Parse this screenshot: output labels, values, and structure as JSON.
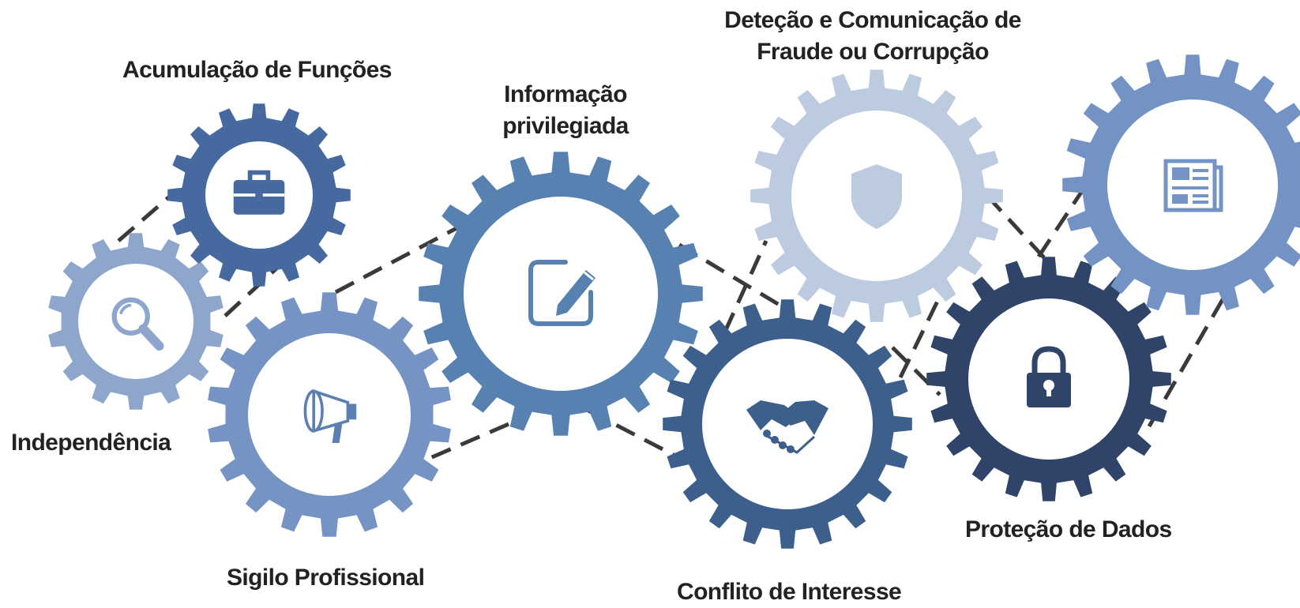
{
  "colors": {
    "background": "#ffffff",
    "connector": "#3a3a3a",
    "gear_inner": "#ffffff",
    "label_text": "#222222"
  },
  "gears": [
    {
      "id": "independencia",
      "icon": "magnifier-icon",
      "color": "#8ea6cc",
      "icon_color": "#8ea6cc",
      "label_lines": [
        "Independência"
      ]
    },
    {
      "id": "acumulacao",
      "icon": "briefcase-icon",
      "color": "#46699f",
      "icon_color": "#46699f",
      "label_lines": [
        "Acumulação de Funções"
      ]
    },
    {
      "id": "sigilo",
      "icon": "megaphone-icon",
      "color": "#7593c3",
      "icon_color": "#5a7fb0",
      "label_lines": [
        "Sigilo Profissional"
      ]
    },
    {
      "id": "informacao",
      "icon": "edit-icon",
      "color": "#5781b0",
      "icon_color": "#5781b0",
      "label_lines": [
        "Informação",
        "privilegiada"
      ]
    },
    {
      "id": "conflito",
      "icon": "handshake-icon",
      "color": "#3d5f8c",
      "icon_color": "#3d5f8c",
      "label_lines": [
        "Conflito de Interesse"
      ]
    },
    {
      "id": "detecao",
      "icon": "shield-icon",
      "color": "#bccbe0",
      "icon_color": "#bccbe0",
      "label_lines": [
        "Deteção e Comunicação de",
        "Fraude ou Corrupção"
      ]
    },
    {
      "id": "protecao",
      "icon": "padlock-icon",
      "color": "#2f4468",
      "icon_color": "#2f4468",
      "label_lines": [
        "Proteção de Dados"
      ]
    },
    {
      "id": "documento",
      "icon": "newspaper-icon",
      "color": "#7293c3",
      "icon_color": "#7293c3",
      "label_lines": []
    }
  ]
}
